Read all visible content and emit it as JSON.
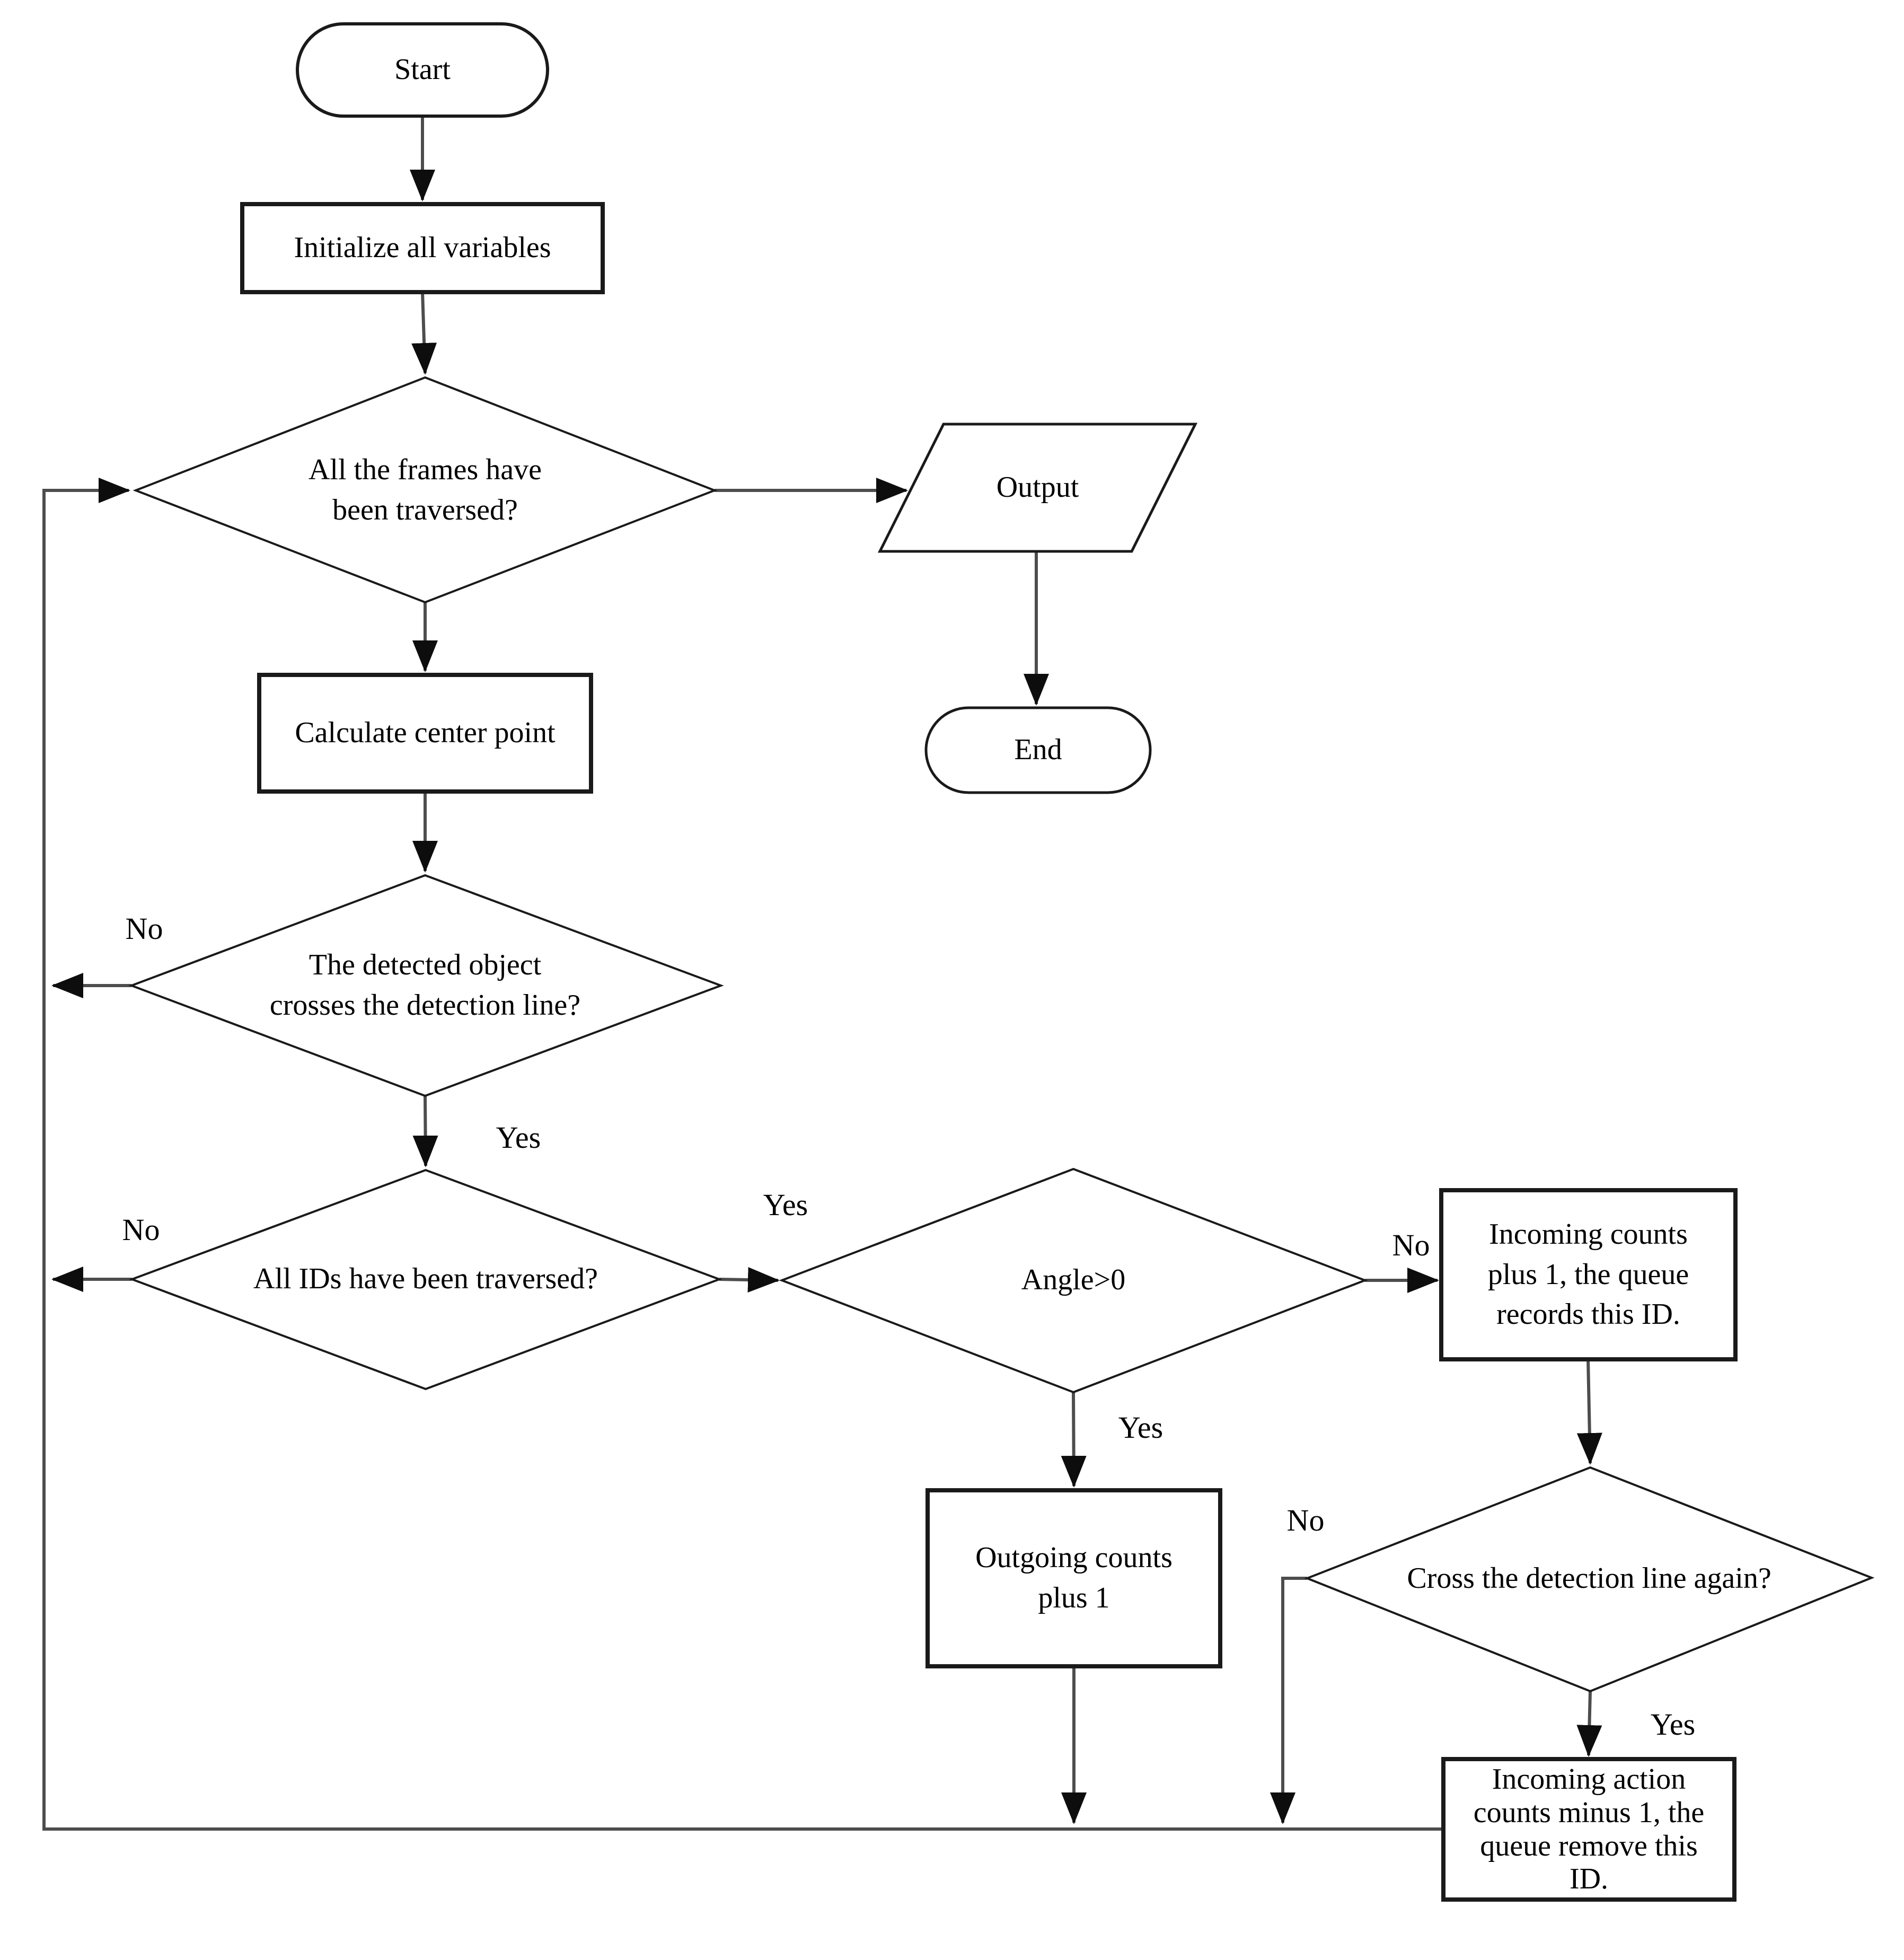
{
  "flowchart": {
    "nodes": {
      "start": "Start",
      "initialize": "Initialize all variables",
      "frames_decision": "All the frames have\nbeen traversed?",
      "output": "Output",
      "end": "End",
      "calculate": "Calculate center point",
      "crosses_decision": "The detected object\ncrosses the detection line?",
      "ids_decision": "All IDs have been traversed?",
      "angle_decision": "Angle>0",
      "incoming_counts": "Incoming counts\nplus 1, the queue\nrecords this ID.",
      "outgoing_counts": "Outgoing counts\nplus 1",
      "cross_again_decision": "Cross the detection line again?",
      "incoming_action": "Incoming action\ncounts minus 1, the\nqueue remove this\nID."
    },
    "edge_labels": {
      "crosses_no": "No",
      "crosses_yes": "Yes",
      "ids_no": "No",
      "ids_yes": "Yes",
      "angle_no": "No",
      "angle_yes": "Yes",
      "cross_again_no": "No",
      "cross_again_yes": "Yes"
    },
    "colors": {
      "background": "#ffffff",
      "shape_fill": "#ffffff",
      "shape_stroke": "#1a1a1a",
      "connector": "#4d4d4d",
      "arrowhead": "#0d0d0d",
      "text": "#000000"
    }
  }
}
